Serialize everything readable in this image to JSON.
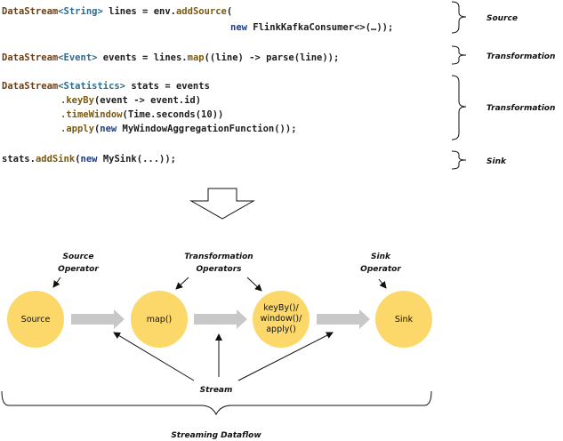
{
  "code": {
    "line1": {
      "type": "DataStream",
      "generic": "<String>",
      "rest1": " lines = env.",
      "method": "addSource",
      "rest2": "("
    },
    "line2": {
      "new_kw": "new",
      "rest": " FlinkKafkaConsumer<>(…));"
    },
    "line3": {
      "type": "DataStream",
      "generic": "<Event>",
      "rest1": " events = lines.",
      "method": "map",
      "rest2": "((line) -> parse(line));"
    },
    "line4": {
      "type": "DataStream",
      "generic": "<Statistics>",
      "rest1": " stats = events"
    },
    "line5": {
      "method": ".keyBy",
      "rest": "(event -> event.id)"
    },
    "line6": {
      "method": ".timeWindow",
      "rest": "(Time.seconds(10))"
    },
    "line7": {
      "method": ".apply",
      "rest1": "(",
      "new_kw": "new",
      "rest2": " MyWindowAggregationFunction());"
    },
    "line8": {
      "rest1": "stats.",
      "method": "addSink",
      "rest2": "(",
      "new_kw": "new",
      "rest3": " MySink(...));"
    }
  },
  "brace_labels": {
    "source": "Source",
    "transformation1": "Transformation",
    "transformation2": "Transformation",
    "sink": "Sink"
  },
  "operator_labels": {
    "source_line1": "Source",
    "source_line2": "Operator",
    "transformation_line1": "Transformation",
    "transformation_line2": "Operators",
    "sink_line1": "Sink",
    "sink_line2": "Operator"
  },
  "nodes": {
    "source": "Source",
    "map": "map()",
    "keyby_line1": "keyBy()/",
    "keyby_line2": "window()/",
    "keyby_line3": "apply()",
    "sink": "Sink"
  },
  "stream_label": "Stream",
  "dataflow_label": "Streaming Dataflow",
  "colors": {
    "node_fill": "#fcd86a",
    "flow_arrow": "#c8c8c8",
    "line": "#111111"
  }
}
